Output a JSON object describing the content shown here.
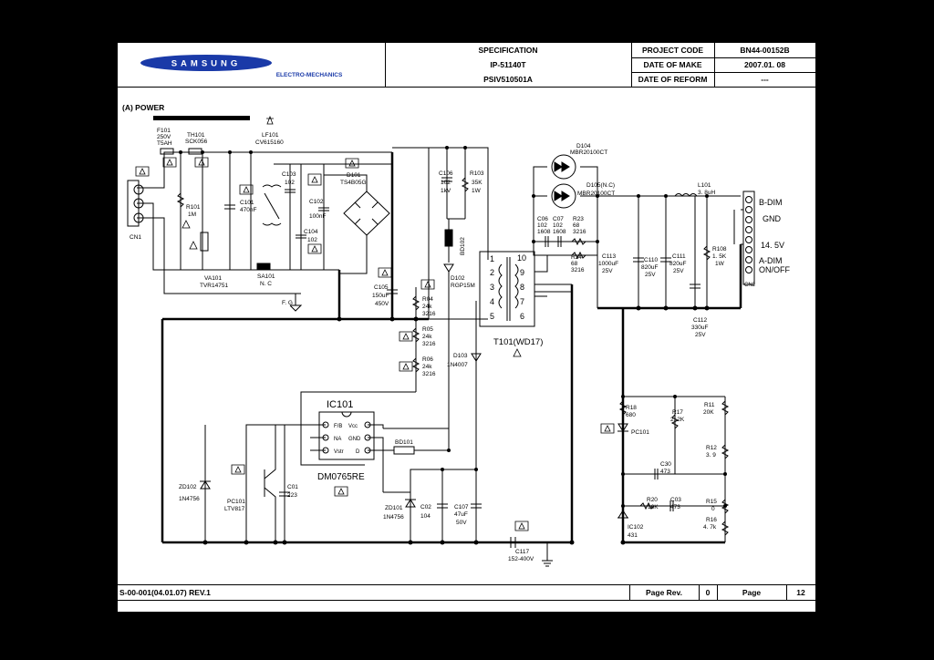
{
  "header": {
    "logo_text": "SAMSUNG",
    "logo_sub": "ELECTRO-MECHANICS",
    "spec_label": "SPECIFICATION",
    "spec_model": "IP-51140T",
    "spec_code": "PSIV510501A",
    "project_code_label": "PROJECT CODE",
    "date_make_label": "DATE OF MAKE",
    "date_reform_label": "DATE OF REFORM",
    "project_code": "BN44-00152B",
    "date_make": "2007.01. 08",
    "date_reform": "---"
  },
  "section_title": "(A) POWER",
  "footer": {
    "doc_code": "S-00-001(04.01.07) REV.1",
    "page_rev_label": "Page Rev.",
    "page_rev": "0",
    "page_label": "Page",
    "page_num": "12"
  },
  "components": {
    "f101": [
      "F101",
      "250V",
      "T5AH"
    ],
    "th101": [
      "TH101",
      "SCK056"
    ],
    "lf101": [
      "LF101",
      "CV615160"
    ],
    "c103": [
      "C103",
      "102"
    ],
    "d101": [
      "D101",
      "TS4B05G"
    ],
    "c106": [
      "C106",
      "102",
      "1kV"
    ],
    "r103": [
      "R103",
      "35K",
      "1W"
    ],
    "d104": [
      "D104",
      "MBR20100CT"
    ],
    "d105": [
      "D105(N.C)",
      "MBR20100CT"
    ],
    "l101": [
      "L101",
      "3. 8uH"
    ],
    "cn1": "CN1",
    "r101": [
      "R101",
      "1M"
    ],
    "c101": [
      "C101",
      "470nF"
    ],
    "c102": [
      "C102",
      "100nF"
    ],
    "c104": [
      "C104",
      "102"
    ],
    "va101": [
      "VA101",
      "TVR14751"
    ],
    "sa101": [
      "SA101",
      "N. C"
    ],
    "fg": "F. G",
    "c105": [
      "C105",
      "150uF",
      "450V"
    ],
    "r04": [
      "R04",
      "24k",
      "3216"
    ],
    "r05": [
      "R05",
      "24k",
      "3216"
    ],
    "r06": [
      "R06",
      "24k",
      "3216"
    ],
    "bd102": "BD102",
    "d102": [
      "D102",
      "RGP15M"
    ],
    "d103": [
      "D103",
      "1N4007"
    ],
    "c06": [
      "C06",
      "102",
      "1608"
    ],
    "c07": [
      "C07",
      "102",
      "1608"
    ],
    "r23": [
      "R23",
      "68",
      "3216"
    ],
    "r24": [
      "R24",
      "68",
      "3216"
    ],
    "c113": [
      "C113",
      "1000uF",
      "25V"
    ],
    "c110": [
      "C110",
      "820uF",
      "25V"
    ],
    "c111": [
      "C111",
      "820uF",
      "25V"
    ],
    "r108": [
      "R108",
      "1. 5K",
      "1W"
    ],
    "c112": [
      "C112",
      "330uF",
      "25V"
    ],
    "cn2": "CN2",
    "cn2_pins": [
      "B-DIM",
      "GND",
      "14. 5V",
      "A-DIM",
      "ON/OFF"
    ],
    "t101": "T101(WD17)",
    "t_pins_left": [
      "1",
      "2",
      "3",
      "4",
      "5"
    ],
    "t_pins_right": [
      "10",
      "9",
      "8",
      "7",
      "6"
    ],
    "ic101": "IC101",
    "ic101_part": "DM0765RE",
    "ic_pins_left": [
      "F/B",
      "NA",
      "Vstr"
    ],
    "ic_pins_right": [
      "Vcc",
      "GND",
      "D"
    ],
    "bd101": "BD101",
    "zd102": [
      "ZD102",
      "1N4756"
    ],
    "pc101": [
      "PC101",
      "LTV817"
    ],
    "c01": [
      "C01",
      "223"
    ],
    "zd101": [
      "ZD101",
      "1N4756"
    ],
    "c02": [
      "C02",
      "104"
    ],
    "c107": [
      "C107",
      "47uF",
      "50V"
    ],
    "c117": [
      "C117",
      "152-400V"
    ],
    "r18": [
      "R18",
      "680"
    ],
    "r17": [
      "R17",
      "2. 2K"
    ],
    "r11": [
      "R11",
      "20K"
    ],
    "pc101b": "PC101",
    "c30": [
      "C30",
      "473"
    ],
    "r12": [
      "R12",
      "3. 9"
    ],
    "r20": [
      "R20",
      "16K"
    ],
    "c03": [
      "C03",
      "473"
    ],
    "r15": [
      "R15",
      "0"
    ],
    "r16": [
      "R16",
      "4. 7k"
    ],
    "ic102": [
      "IC102",
      "431"
    ]
  }
}
